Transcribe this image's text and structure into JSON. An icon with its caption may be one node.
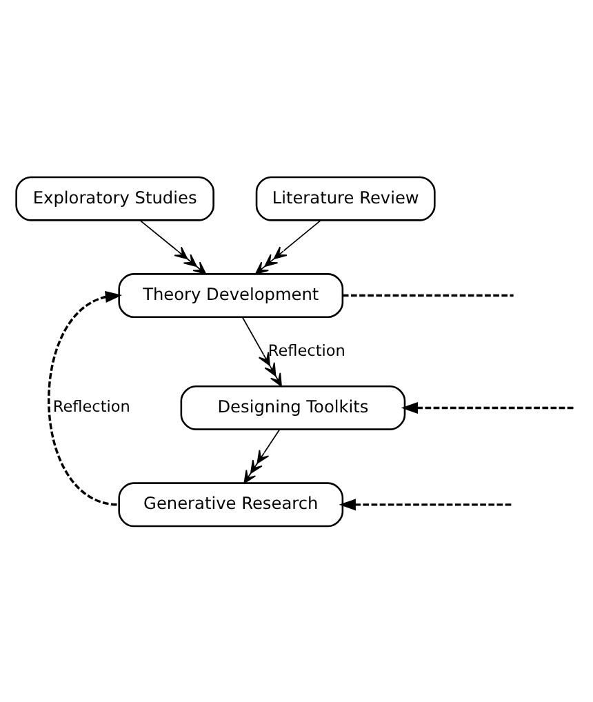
{
  "diagram": {
    "nodes": [
      {
        "text": [
          "Exploratory Studies"
        ]
      },
      {
        "text": [
          "Literature Review"
        ]
      },
      {
        "text": [
          "Theory Development"
        ]
      },
      {
        "text": [
          "Designing Toolkits"
        ]
      },
      {
        "text": [
          "Generative Research"
        ]
      }
    ],
    "edges": [
      {
        "from": 0,
        "to": 2,
        "arrow": "to"
      },
      {
        "from": 1,
        "to": 2,
        "arrow": "to"
      },
      {
        "from": 2,
        "to": 3,
        "arrow": "to",
        "label": "Reflection"
      },
      {
        "from": 3,
        "to": 4,
        "arrow": "to"
      },
      {
        "from": 4,
        "to": 2,
        "arrow": "to",
        "label": "Reflection",
        "style": "dashed"
      },
      {
        "from": 2,
        "to": null,
        "arrow": "none",
        "style": "dashed"
      },
      {
        "from": null,
        "to": 3,
        "arrow": "to",
        "style": "dashed"
      },
      {
        "from": null,
        "to": 4,
        "arrow": "to",
        "style": "dashed"
      }
    ]
  }
}
